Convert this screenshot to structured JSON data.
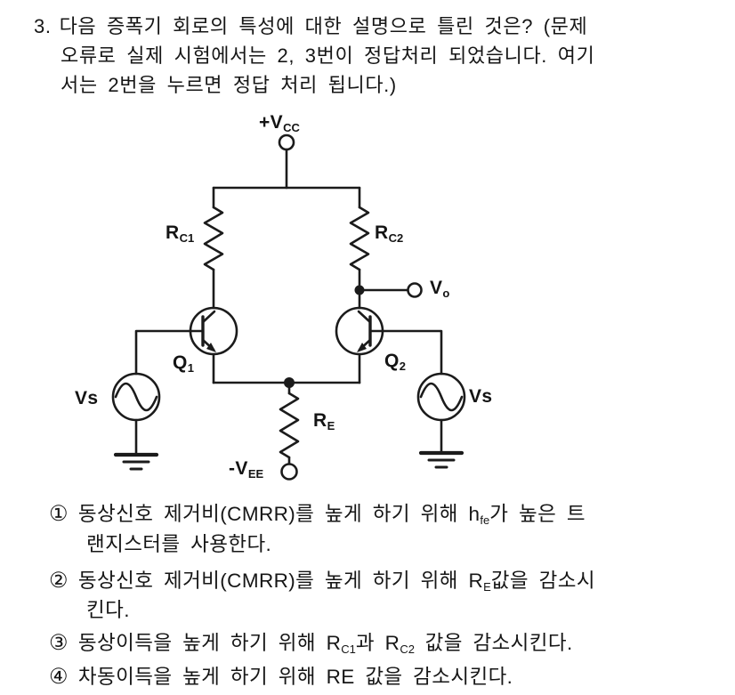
{
  "question": {
    "number": "3.",
    "line1": "다음 증폭기 회로의 특성에 대한 설명으로 틀린 것은? (문제",
    "line2": "오류로 실제 시험에서는 2, 3번이 정답처리 되었습니다. 여기",
    "line3": "서는 2번을 누르면 정답 처리 됩니다.)"
  },
  "circuit": {
    "type": "diagram",
    "description": "BJT differential amplifier with two NPN transistors, collector resistors, shared emitter resistor and dual supplies",
    "labels": {
      "vcc_main": "+V",
      "vcc_sub": "CC",
      "rc1_main": "R",
      "rc1_sub": "C1",
      "rc2_main": "R",
      "rc2_sub": "C2",
      "vo_main": "V",
      "vo_sub": "o",
      "q1_main": "Q",
      "q1_sub": "1",
      "q2_main": "Q",
      "q2_sub": "2",
      "vs_left": "Vs",
      "vs_right": "Vs",
      "re_main": "R",
      "re_sub": "E",
      "vee_main": "-V",
      "vee_sub": "EE"
    }
  },
  "choices": [
    {
      "number": "①",
      "seg1": "동상신호 제거비(CMRR)를 높게 하기 위해 h",
      "sub1": "fe",
      "seg2": "가 높은 트",
      "line2": "랜지스터를 사용한다."
    },
    {
      "number": "②",
      "seg1": "동상신호 제거비(CMRR)를 높게 하기 위해 R",
      "sub1": "E",
      "seg2": "값을 감소시",
      "line2": "킨다."
    },
    {
      "number": "③",
      "seg1": "동상이득을 높게 하기 위해 R",
      "sub1": "C1",
      "seg2": "과 R",
      "sub2": "C2",
      "seg3": " 값을 감소시킨다."
    },
    {
      "number": "④",
      "seg1": "차동이득을 높게 하기 위해 RE 값을 감소시킨다."
    }
  ],
  "colors": {
    "ink": "#1b1b1b",
    "background": "#ffffff"
  }
}
